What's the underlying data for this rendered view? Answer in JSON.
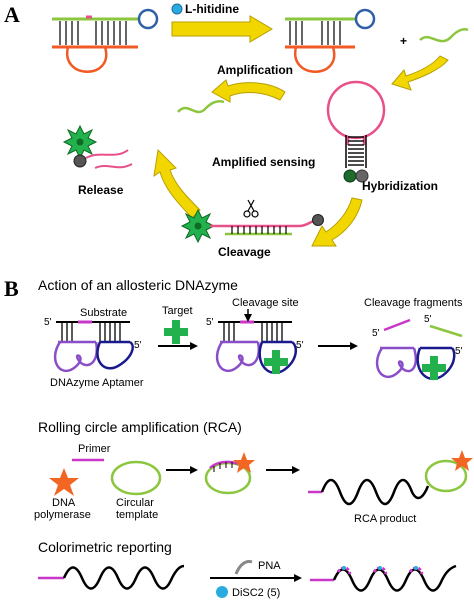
{
  "panel_a": {
    "letter": "A",
    "l_histidine": "L-hitidine",
    "plus": "+",
    "amplification": "Amplification",
    "amplified_sensing": "Amplified sensing",
    "hybridization": "Hybridization",
    "release": "Release",
    "cleavage": "Cleavage"
  },
  "panel_b": {
    "letter": "B",
    "section1": {
      "title": "Action of an allosteric DNAzyme",
      "substrate": "Substrate",
      "target": "Target",
      "cleavage_site": "Cleavage site",
      "cleavage_fragments": "Cleavage fragments",
      "dnazyme": "DNAzyme",
      "aptamer": "Aptamer",
      "five_prime": "5'"
    },
    "section2": {
      "title": "Rolling circle amplification (RCA)",
      "primer": "Primer",
      "dna_polymerase_1": "DNA",
      "dna_polymerase_2": "polymerase",
      "circular_template_1": "Circular",
      "circular_template_2": "template",
      "rca_product": "RCA product"
    },
    "section3": {
      "title": "Colorimetric reporting",
      "pna": "PNA",
      "disc2": "DiSC2 (5)"
    }
  },
  "colors": {
    "green_strand": "#8cc63f",
    "orange_loop": "#f15a24",
    "blue_circle": "#2e5fa8",
    "pink_strand": "#e8508a",
    "yellow_arrow": "#f2d600",
    "magenta": "#c837c8",
    "purple": "#8a4fc8",
    "navy": "#1a1a8c",
    "green_cross": "#22b14c",
    "orange_star": "#f26522",
    "cyan_dot": "#29abe2"
  }
}
